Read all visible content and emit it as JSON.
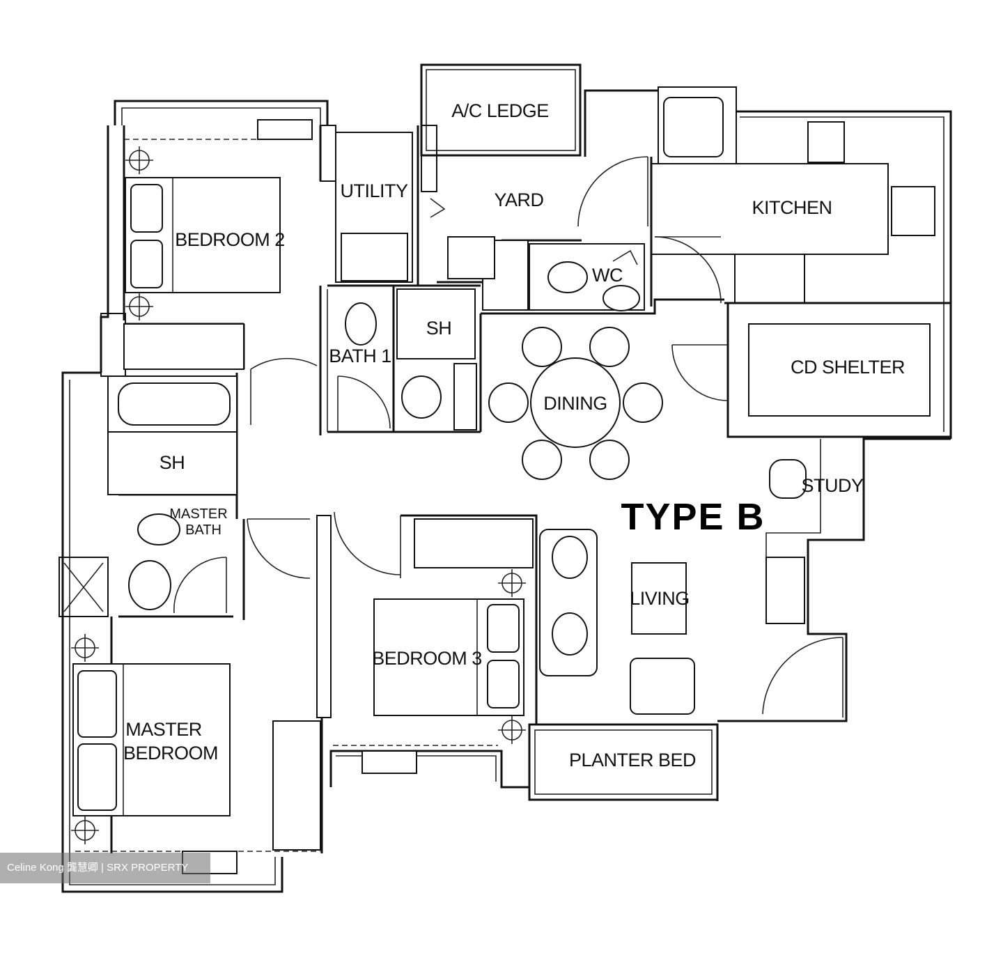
{
  "plan": {
    "type_title": "TYPE B",
    "rooms": {
      "ac_ledge": "A/C LEDGE",
      "utility": "UTILITY",
      "yard": "YARD",
      "kitchen": "KITCHEN",
      "bedroom_2": "BEDROOM 2",
      "wc": "WC",
      "sh_bath1": "SH",
      "bath_1": "BATH 1",
      "cd_shelter": "CD SHELTER",
      "dining": "DINING",
      "sh_master": "SH",
      "master_bath_line1": "MASTER",
      "master_bath_line2": "BATH",
      "study": "STUDY",
      "living": "LIVING",
      "bedroom_3": "BEDROOM 3",
      "master_bedroom_line1": "MASTER",
      "master_bedroom_line2": "BEDROOM",
      "planter_bed": "PLANTER BED"
    }
  },
  "watermark": "Celine Kong 龔慧卿 | SRX PROPERTY"
}
